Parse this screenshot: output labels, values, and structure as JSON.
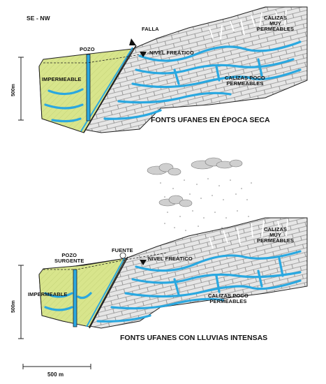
{
  "header": {
    "orientation": "SE - NW"
  },
  "top_panel": {
    "labels": {
      "falla": "FALLA",
      "pozo": "POZO",
      "impermeable": "IMPERMEABLE",
      "nivel_freatico": "NIVEL FREÁTICO",
      "calizas_muy_permeables": [
        "CALIZAS",
        "MUY",
        "PERMEABLES"
      ],
      "calizas_poco_permeables": [
        "CALIZAS POCO",
        "PERMEABLES"
      ]
    },
    "scale_vertical": "500m",
    "caption": "FONTS UFANES EN ÉPOCA SECA"
  },
  "bottom_panel": {
    "labels": {
      "pozo_surgente": [
        "POZO",
        "SURGENTE"
      ],
      "fuente": "FUENTE",
      "impermeable": "IMPERMEABLE",
      "nivel_freatico": "NIVEL FREÁTICO",
      "calizas_muy_permeables": [
        "CALIZAS",
        "MUY",
        "PERMEABLES"
      ],
      "calizas_poco_permeables": [
        "CALIZAS POCO",
        "PERMEABLES"
      ]
    },
    "scale_vertical": "500m",
    "caption": "FONTS UFANES CON LLUVIAS INTENSAS"
  },
  "scale_horizontal": "500 m",
  "colors": {
    "impermeable_fill": "#d8e58c",
    "limestone_fill": "#e6e6e6",
    "water": "#2aa8e0",
    "outline": "#222222"
  }
}
